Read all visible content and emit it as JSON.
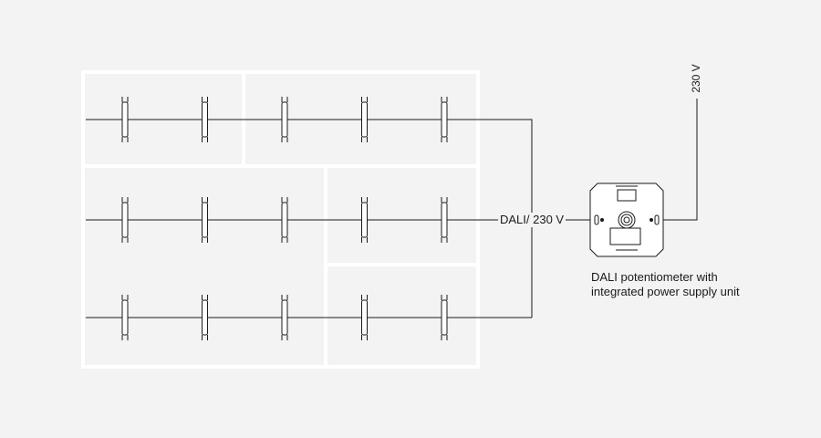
{
  "diagram": {
    "bus_label": "DALI/ 230 V",
    "supply_label": "230 V",
    "device": {
      "caption_line1": "DALI potentiometer with",
      "caption_line2": "integrated power supply unit",
      "icons": [
        "dali-potentiometer-icon"
      ]
    },
    "rows": [
      {
        "luminaire_count": 5
      },
      {
        "luminaire_count": 5
      },
      {
        "luminaire_count": 5
      }
    ],
    "colors": {
      "background": "#f3f3f3",
      "panel_border": "#ffffff",
      "wire": "#1a1a1a"
    }
  }
}
